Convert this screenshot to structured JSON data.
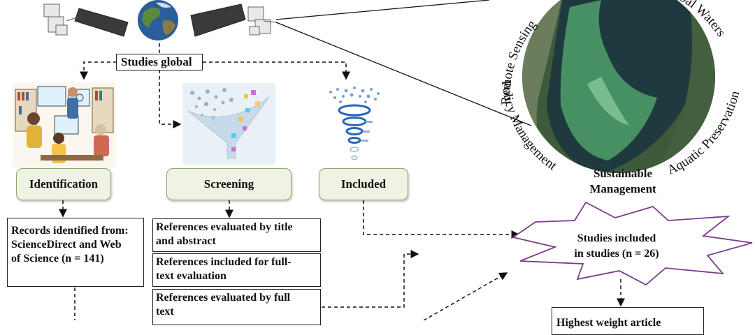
{
  "top_label": "Studies global",
  "stages": {
    "identification": "Identification",
    "screening": "Screening",
    "included": "Included"
  },
  "identification_box": {
    "line1": "Records identified from:",
    "line2": "ScienceDirect and Web",
    "line3": "of Science (n = 141)"
  },
  "screening_boxes": [
    {
      "line1": "References evaluated by title",
      "line2": "and abstract"
    },
    {
      "line1": "References included for full-",
      "line2": "text evaluation"
    },
    {
      "line1": "References evaluated by full",
      "line2": "text"
    }
  ],
  "result": {
    "line1": "Studies included",
    "line2": "in studies (n = 26)"
  },
  "bottom_partial": "Highest weight article",
  "lake_ring": {
    "top_left": "Remote Sensing",
    "top_right": "Global Waters",
    "left": "Policy Management",
    "right": "Aquatic Preservation",
    "bottom_line1": "Sustainable",
    "bottom_line2": "Management"
  },
  "colors": {
    "stage_fill": "#eef3e3",
    "stage_border": "#8fa66d",
    "burst_border": "#7a3c8c",
    "algae": "#4fa06a"
  }
}
